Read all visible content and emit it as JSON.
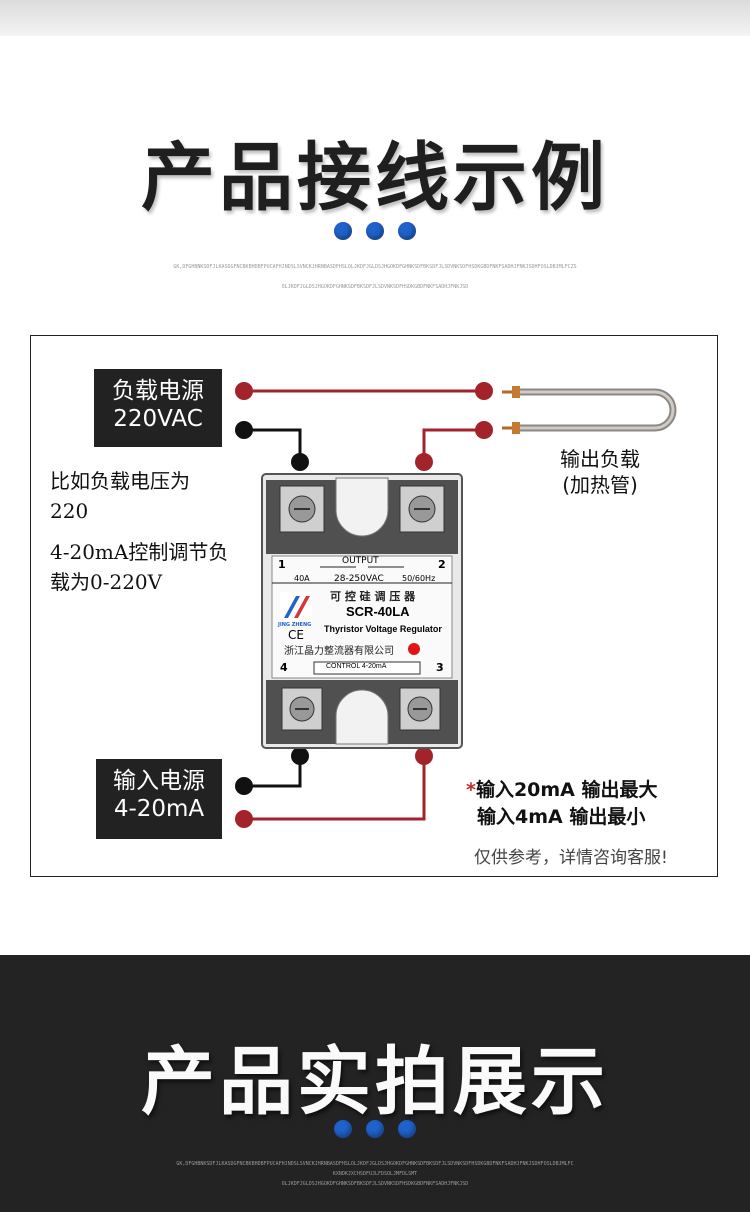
{
  "section1": {
    "title": "产品接线示例",
    "fine_line1": "GK,DFGHBNKSDFJLKASDGFNCBKBHDBFPUCAFHJNDSLSVNCKJHRNBASDFHSLOLJKDFJGLDSJHGOKDFGHNKSDFBKSDFJLSDVNKSDFHSDKGBDFNKFSADHJFNKJSDHFOSLDBJMLFCZS",
    "fine_line2": "OLJKDFJGLDSJHGOKDFGHNKSDFBKSDFJLSDVNKSDFHSDKGBDFNKFSADHJFNKJSD"
  },
  "diagram": {
    "load_power_label": "负载电源",
    "load_power_value": "220VAC",
    "note_voltage": "比如负载电压为220",
    "note_control": "4-20mA控制调节负载为0-220V",
    "output_load_label": "输出负载",
    "output_load_sub": "(加热管)",
    "input_power_label": "输入电源",
    "input_power_value": "4-20mA",
    "rule_max": "*输入20mA 输出最大",
    "rule_min": "输入4mA 输出最小",
    "disclaimer": "仅供参考，详情咨询客服!",
    "device": {
      "terminal1": "1",
      "terminal2": "2",
      "terminal3": "3",
      "terminal4": "4",
      "output_label": "OUTPUT",
      "current": "40A",
      "voltage": "28-250VAC",
      "freq": "50/60Hz",
      "name_cn": "可 控 硅 调 压 器",
      "model": "SCR-40LA",
      "name_en": "Thyristor Voltage Regulator",
      "brand": "JING ZHENG",
      "company": "浙江晶力整流器有限公司",
      "ce": "CE",
      "control": "CONTROL 4-20mA"
    },
    "colors": {
      "red": "#a3232a",
      "black": "#111111"
    }
  },
  "section2": {
    "title": "产品实拍展示",
    "fine_line1": "GK,DFGHBNKSDFJLKASDGFNCBKBHDBFPUCAFHJNDSLSVNCKJHRNBASDFHSLOLJKDFJGLDSJHGOKDFGHNKSDFBKSDFJLSDVNKSDFHSDKGBDFNKFSADHJFNKJSDHFOSLDBJMLFC",
    "fine_line2": "KXNDKJXCHSDFUJLFDSOLJMFDLSMT",
    "fine_line3": "OLJKDFJGLDSJHGOKDFGHNKSDFBKSDFJLSDVNKSDFHSDKGBDFNKFSADHJFNKJSD"
  }
}
